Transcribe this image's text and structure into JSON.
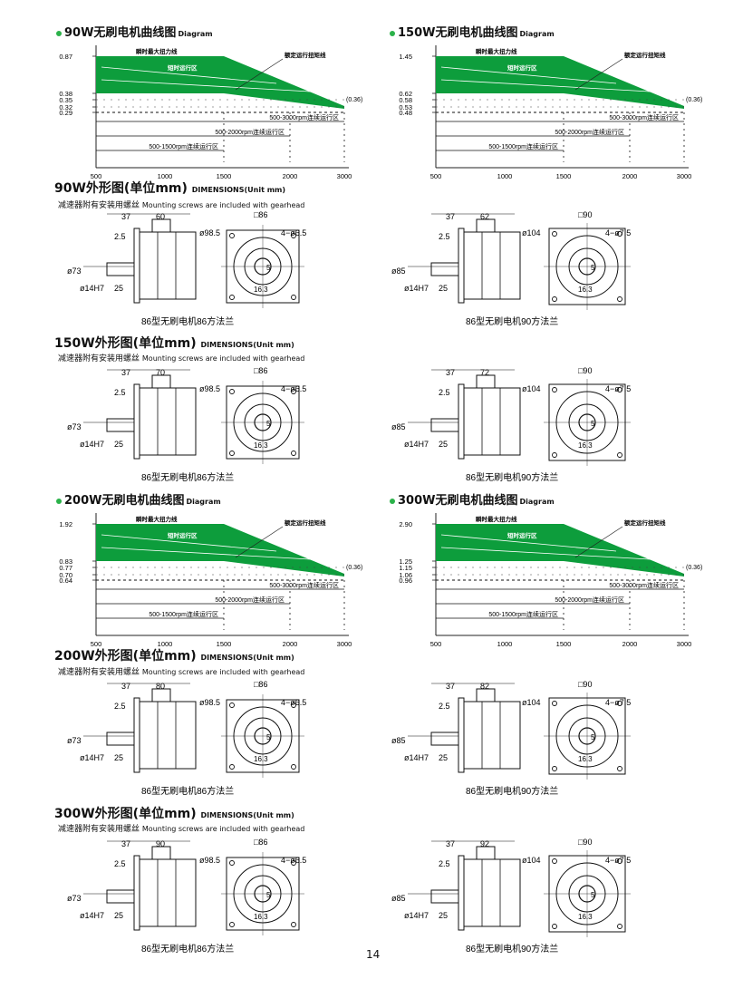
{
  "colors": {
    "accent": "#2bb24a",
    "green_fill": "#0d9d3c"
  },
  "page_number": "14",
  "chart_labels": {
    "peak": "瞬时最大扭力线",
    "short": "短时运行区",
    "rated": "额定运行扭矩线",
    "tail": "(0.36)",
    "r3000": "500-3000rpm连续运行区",
    "r2000": "500-2000rpm连续运行区",
    "r1500": "500-1500rpm连续运行区"
  },
  "x_ticks": [
    "500",
    "1000",
    "1500",
    "2000",
    "3000"
  ],
  "charts": [
    {
      "title_cn": "90W无刷电机曲线图",
      "title_en": "Diagram",
      "y_ticks": [
        "0.87",
        "0.38",
        "0.35",
        "0.32",
        "0.29"
      ]
    },
    {
      "title_cn": "150W无刷电机曲线图",
      "title_en": "Diagram",
      "y_ticks": [
        "1.45",
        "0.62",
        "0.58",
        "0.53",
        "0.48"
      ]
    },
    {
      "title_cn": "200W无刷电机曲线图",
      "title_en": "Diagram",
      "y_ticks": [
        "1.92",
        "0.83",
        "0.77",
        "0.70",
        "0.64"
      ]
    },
    {
      "title_cn": "300W无刷电机曲线图",
      "title_en": "Diagram",
      "y_ticks": [
        "2.90",
        "1.25",
        "1.15",
        "1.06",
        "0.96"
      ]
    }
  ],
  "dimension_sections": [
    {
      "title_cn": "90W外形图(单位mm)",
      "title_en": "DIMENSIONS(Unit mm)",
      "sub_cn": "减速器附有安装用螺丝",
      "sub_en": "Mounting screws are included with gearhead"
    },
    {
      "title_cn": "150W外形图(单位mm)",
      "title_en": "DIMENSIONS(Unit mm)",
      "sub_cn": "减速器附有安装用螺丝",
      "sub_en": "Mounting screws are included with gearhead"
    },
    {
      "title_cn": "200W外形图(单位mm)",
      "title_en": "DIMENSIONS(Unit mm)",
      "sub_cn": "减速器附有安装用螺丝",
      "sub_en": "Mounting screws are included with gearhead"
    },
    {
      "title_cn": "300W外形图(单位mm)",
      "title_en": "DIMENSIONS(Unit mm)",
      "sub_cn": "减速器附有安装用螺丝",
      "sub_en": "Mounting screws are included with gearhead"
    }
  ],
  "drawings": [
    {
      "length": "60",
      "flange": "86",
      "pilot": "98.5",
      "holes": "4−ø6.5",
      "caption": "86型无刷电机86方法兰"
    },
    {
      "length": "62",
      "flange": "90",
      "pilot": "104",
      "holes": "4−ø7.5",
      "caption": "86型无刷电机90方法兰"
    },
    {
      "length": "70",
      "flange": "86",
      "pilot": "98.5",
      "holes": "4−ø6.5",
      "caption": "86型无刷电机86方法兰"
    },
    {
      "length": "72",
      "flange": "90",
      "pilot": "104",
      "holes": "4−ø7.5",
      "caption": "86型无刷电机90方法兰"
    },
    {
      "length": "80",
      "flange": "86",
      "pilot": "98.5",
      "holes": "4−ø6.5",
      "caption": "86型无刷电机86方法兰"
    },
    {
      "length": "82",
      "flange": "90",
      "pilot": "104",
      "holes": "4−ø7.5",
      "caption": "86型无刷电机90方法兰"
    },
    {
      "length": "90",
      "flange": "86",
      "pilot": "98.5",
      "holes": "4−ø6.5",
      "caption": "86型无刷电机86方法兰"
    },
    {
      "length": "92",
      "flange": "90",
      "pilot": "104",
      "holes": "4−ø7.5",
      "caption": "86型无刷电机90方法兰"
    }
  ],
  "dim_common": {
    "d37": "37",
    "d2_5": "2.5",
    "d25": "25",
    "shaft": "ø14H7",
    "d5": "5",
    "d16_3": "16.3"
  },
  "pilot_dia_86": "ø73",
  "pilot_dia_90": "ø85"
}
